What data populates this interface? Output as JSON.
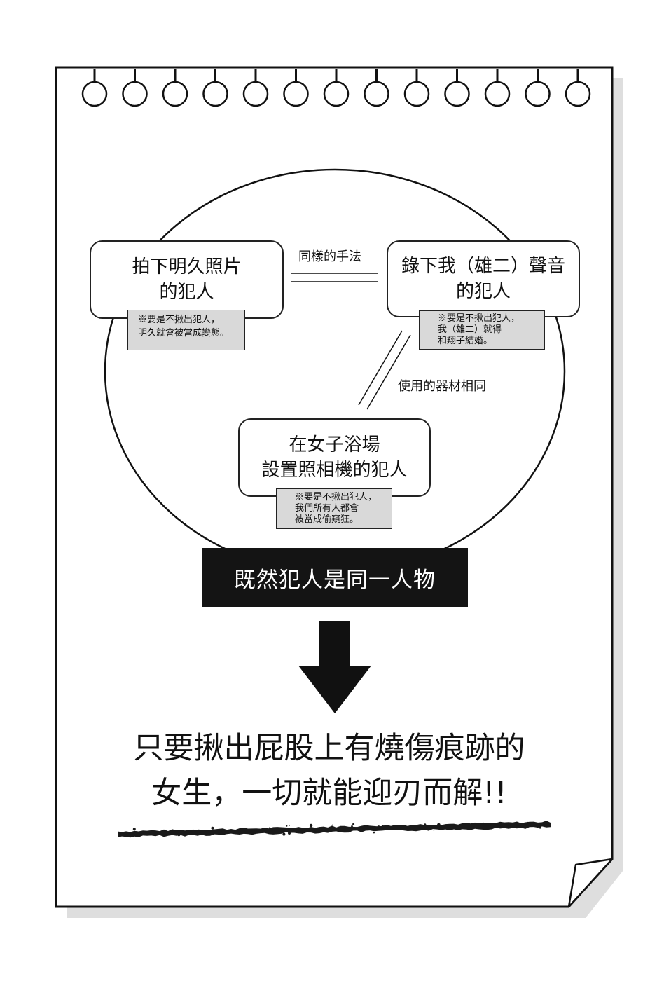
{
  "nodes": {
    "photo_culprit": {
      "lines": [
        "拍下明久照片",
        "的犯人"
      ],
      "note": [
        "※要是不揪出犯人，",
        "明久就會被當成變態。"
      ]
    },
    "voice_culprit": {
      "lines": [
        "錄下我（雄二）聲音",
        "的犯人"
      ],
      "note": [
        "※要是不揪出犯人，",
        "我（雄二）就得",
        "和翔子結婚。"
      ]
    },
    "camera_culprit": {
      "lines": [
        "在女子浴場",
        "設置照相機的犯人"
      ],
      "note": [
        "※要是不揪出犯人，",
        "我們所有人都會",
        "被當成偷窺狂。"
      ]
    }
  },
  "relations": {
    "same_method": "同樣的手法",
    "same_equipment": "使用的器材相同"
  },
  "banner": "既然犯人是同一人物",
  "conclusion": [
    "只要揪出屁股上有燒傷痕跡的",
    "女生，一切就能迎刃而解!!"
  ],
  "colors": {
    "ink": "#111111",
    "shadow": "#dedede",
    "note_fill": "#d9d9d9",
    "banner": "#141414"
  }
}
